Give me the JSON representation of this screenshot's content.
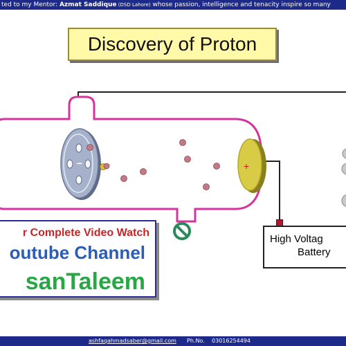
{
  "banner": {
    "prefix": "ted to my Mentor: ",
    "mentor_name": "Azmat Saddique",
    "mentor_org": " (DSD Lahore)",
    "suffix": " whose passion, intelligence and tenacity inspire so many"
  },
  "title": "Discovery of Proton",
  "battery": {
    "line1": "High Voltag",
    "line2": "Battery",
    "plus_sign": "+"
  },
  "anode_sign": "+",
  "cathode_sign": "−",
  "promo": {
    "line1": "r Complete Video Watch",
    "line2": "outube Channel",
    "line3": "sanTaleem"
  },
  "footer": {
    "email": "ashfaqahmadsaber@gmail.com",
    "phone_label": "Ph.No.",
    "phone_number": "03016254494"
  },
  "colors": {
    "tube_outline": "#d6339e",
    "banner_bg": "#1d2a8a",
    "title_bg": "#fff9a8",
    "particle": "#c27a86",
    "anode": "#d8cc46",
    "cathode": "#9aa8c2",
    "valve": "#2b8a5a"
  }
}
